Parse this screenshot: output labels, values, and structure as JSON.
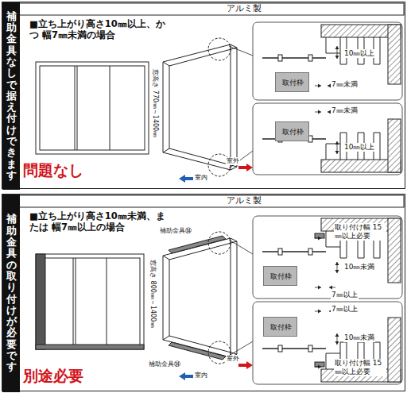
{
  "diagram": {
    "nodes": [
      {
        "text": [
          "アルミ製",
          "■立ち上がり高さ10㎜以上、かつ 幅7㎜未満の場合"
        ]
      },
      {
        "text": [
          "補助金具なしで据え付けできます"
        ],
        "in": 0
      },
      {
        "text": [
          "取付枠"
        ],
        "in": 0
      },
      {
        "text": [
          "取付枠"
        ],
        "in": 0
      },
      {
        "text": [
          "アルミ製",
          "■立ち上がり高さ10㎜未満、または 幅7㎜以上の場合"
        ]
      },
      {
        "text": [
          "補助金具の取り付けが必要です"
        ],
        "in": 4
      },
      {
        "text": [
          "取付枠"
        ],
        "in": 4
      },
      {
        "text": [
          "取付枠"
        ],
        "in": 4
      }
    ],
    "labels": [
      "窓高さ 770㎜～1400㎜",
      "10㎜以上",
      "7㎜未満",
      "7㎜未満",
      "10㎜以上",
      "室内",
      "室外",
      "問題なし",
      "補助金具⑭",
      "窓高さ 800㎜～1400㎜",
      "補助金具⑭",
      "取り付け幅 15㎜以上必要",
      "10㎜未満",
      "7㎜以上",
      "7㎜以上",
      "10㎜未満",
      "取り付け幅 15㎜以上必要",
      "室内",
      "室外",
      "別途必要"
    ]
  }
}
